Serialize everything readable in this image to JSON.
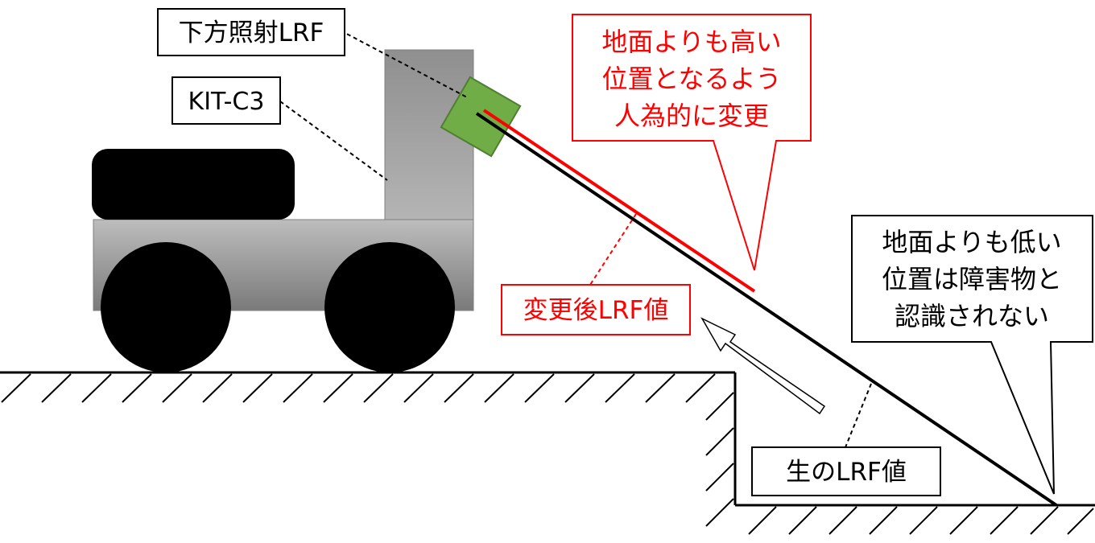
{
  "labels": {
    "sensor": "下方照射LRF",
    "robot": "KIT-C3",
    "modified_note": [
      "地面よりも高い",
      "位置となるよう",
      "人為的に変更"
    ],
    "modified_value": "変更後LRF値",
    "low_note": [
      "地面よりも低い",
      "位置は障害物と",
      "認識されない"
    ],
    "raw_value": "生のLRF値"
  },
  "colors": {
    "modified": "#ff0000",
    "raw": "#000000",
    "sensor": "#70ad47",
    "sensor_edge": "#507e32",
    "body_light": "#bfbfbf",
    "body_dark": "#7f7f7f"
  }
}
